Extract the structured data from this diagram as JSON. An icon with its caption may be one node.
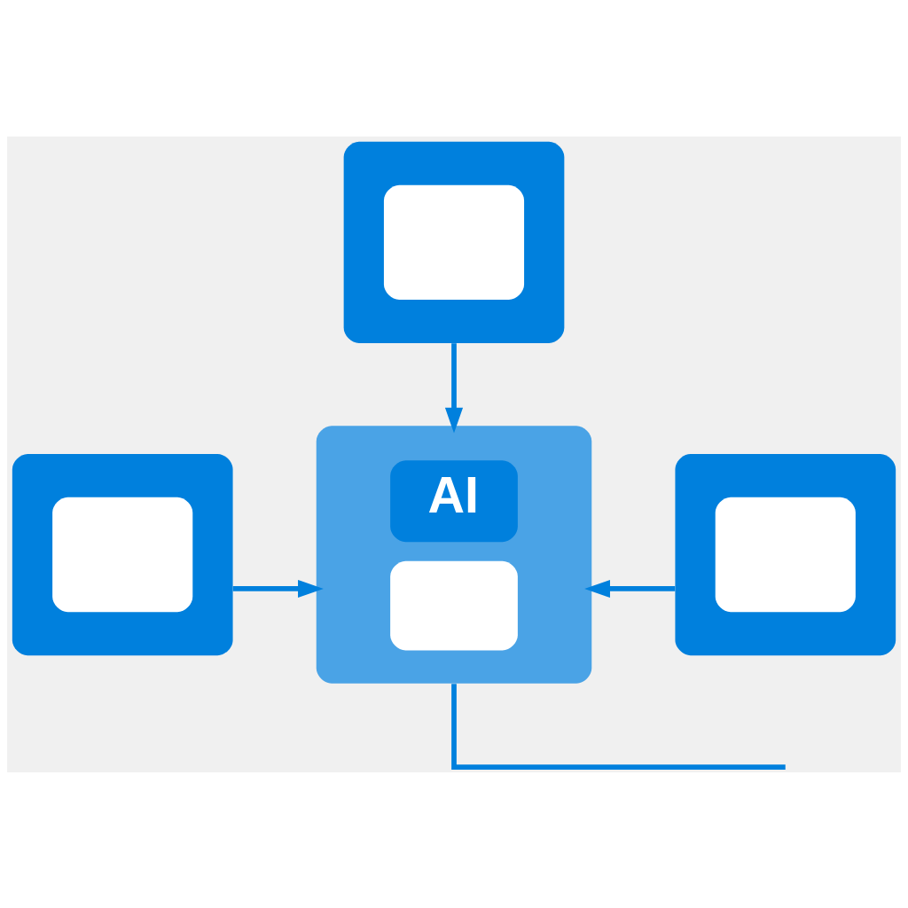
{
  "diagram": {
    "nodes": [
      {
        "text": [],
        "shape": "picture"
      },
      {
        "text": [],
        "shape": "picture"
      },
      {
        "text": [
          "AI"
        ]
      },
      {
        "text": [],
        "shape": "picture"
      }
    ],
    "edges": [
      {
        "from": 0,
        "to": 2,
        "arrow": "to"
      },
      {
        "from": 1,
        "to": 2,
        "arrow": "to"
      },
      {
        "from": 3,
        "to": 2,
        "arrow": "to"
      },
      {
        "from": 2,
        "to": null,
        "arrow": "none"
      }
    ]
  }
}
